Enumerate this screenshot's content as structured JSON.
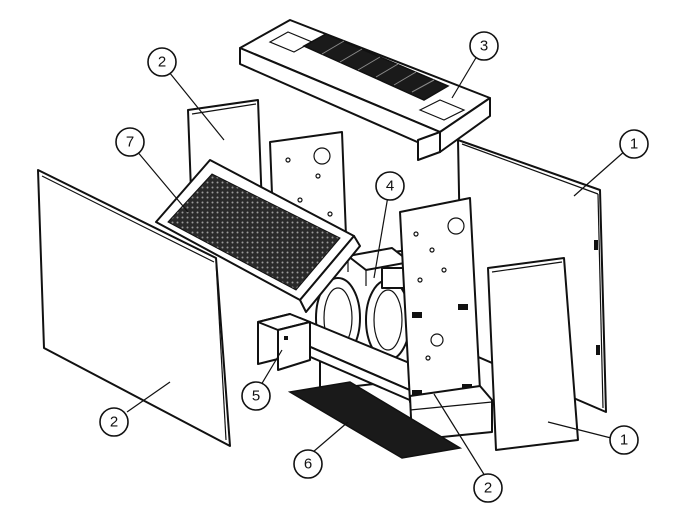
{
  "diagram": {
    "callouts": [
      {
        "id": "c1a",
        "label": "1"
      },
      {
        "id": "c1b",
        "label": "1"
      },
      {
        "id": "c2a",
        "label": "2"
      },
      {
        "id": "c2b",
        "label": "2"
      },
      {
        "id": "c2c",
        "label": "2"
      },
      {
        "id": "c3",
        "label": "3"
      },
      {
        "id": "c4",
        "label": "4"
      },
      {
        "id": "c5",
        "label": "5"
      },
      {
        "id": "c6",
        "label": "6"
      },
      {
        "id": "c7",
        "label": "7"
      }
    ]
  }
}
